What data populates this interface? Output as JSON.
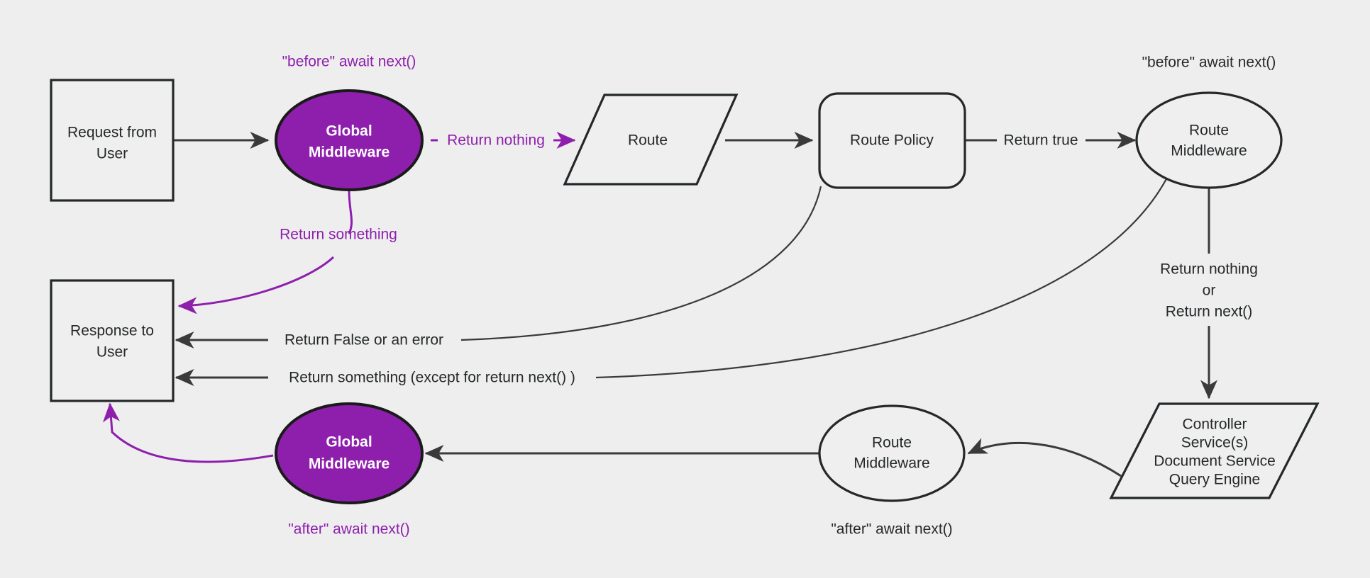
{
  "diagram": {
    "title": "Middleware request lifecycle flowchart",
    "background_color": "#eeeeee",
    "accent_color": "#8e1fad",
    "line_color": "#3a3a3a",
    "nodes": {
      "request_from_user": {
        "line1": "Request from",
        "line2": "User",
        "shape": "rectangle"
      },
      "global_middleware_top": {
        "line1": "Global",
        "line2": "Middleware",
        "shape": "ellipse",
        "fill": "#8e1fad"
      },
      "route": {
        "line1": "Route",
        "shape": "parallelogram"
      },
      "route_policy": {
        "line1": "Route Policy",
        "shape": "rounded-rectangle"
      },
      "route_middleware_top": {
        "line1": "Route",
        "line2": "Middleware",
        "shape": "ellipse"
      },
      "controller_services": {
        "line1": "Controller",
        "line2": "Service(s)",
        "line3": "Document Service",
        "line4": "Query Engine",
        "shape": "parallelogram"
      },
      "route_middleware_bottom": {
        "line1": "Route",
        "line2": "Middleware",
        "shape": "ellipse"
      },
      "global_middleware_bottom": {
        "line1": "Global",
        "line2": "Middleware",
        "shape": "ellipse",
        "fill": "#8e1fad"
      },
      "response_to_user": {
        "line1": "Response to",
        "line2": "User",
        "shape": "rectangle"
      }
    },
    "annotations": {
      "before_await_next_global": "\"before\" await next()",
      "before_await_next_route": "\"before\" await next()",
      "after_await_next_global": "\"after\" await next()",
      "after_await_next_route": "\"after\" await next()"
    },
    "edges": {
      "return_nothing": "Return nothing",
      "return_something_global": "Return something",
      "return_true": "Return true",
      "return_false_or_error": "Return False or an error",
      "return_something_except": "Return something (except for return next() )",
      "return_nothing_or_next_line1": "Return nothing",
      "return_nothing_or_next_line2": "or",
      "return_nothing_or_next_line3": "Return next()"
    }
  }
}
